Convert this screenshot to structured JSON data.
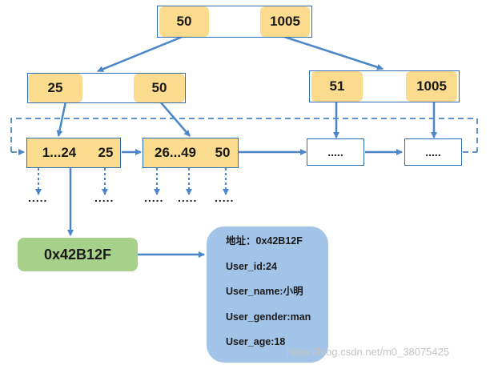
{
  "root": {
    "keys": [
      "50",
      "1005"
    ]
  },
  "level1": [
    {
      "keys": [
        "25",
        "50"
      ]
    },
    {
      "keys": [
        "51",
        "1005"
      ]
    }
  ],
  "leaves": [
    {
      "keys": [
        "1...24",
        "25"
      ]
    },
    {
      "keys": [
        "26...49",
        "50"
      ]
    },
    {
      "keys": [
        "....."
      ]
    },
    {
      "keys": [
        "....."
      ]
    }
  ],
  "lower_dots": [
    ".....",
    ".....",
    ".....",
    ".....",
    "....."
  ],
  "address_box": "0x42B12F",
  "record": {
    "lines": [
      "地址：0x42B12F",
      "User_id:24",
      "User_name:小明",
      "User_gender:man",
      "User_age:18"
    ]
  },
  "watermark": "https://blog.csdn.net/m0_38075425",
  "colors": {
    "key_fill": "#fbdc8e",
    "node_border": "#2e6db4",
    "arrow": "#4a86c8",
    "address_fill": "#a7d18b",
    "record_fill": "#a3c4e9"
  }
}
